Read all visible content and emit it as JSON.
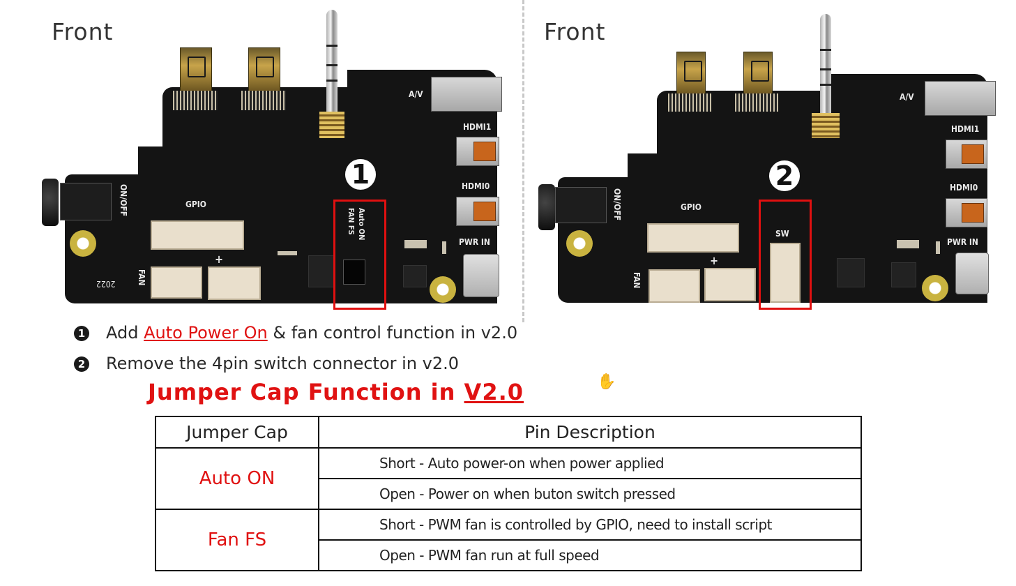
{
  "boards": [
    {
      "title": "Front",
      "marker": "1",
      "labels": {
        "av": "A/V",
        "hdmi1": "HDMI1",
        "hdmi0": "HDMI0",
        "pwr_in": "PWR IN",
        "on_off": "ON/OFF",
        "gpio": "GPIO",
        "fan": "FAN",
        "year": "2022",
        "plus": "+",
        "jumper_line1": "Auto ON",
        "jumper_line2": "FAN FS"
      }
    },
    {
      "title": "Front",
      "marker": "2",
      "labels": {
        "av": "A/V",
        "hdmi1": "HDMI1",
        "hdmi0": "HDMI0",
        "pwr_in": "PWR IN",
        "on_off": "ON/OFF",
        "gpio": "GPIO",
        "fan": "FAN",
        "plus": "+",
        "sw": "SW"
      }
    }
  ],
  "notes": [
    {
      "num": "1",
      "prefix": "Add ",
      "highlight": "Auto Power On",
      "suffix": " & fan control function in v2.0"
    },
    {
      "num": "2",
      "text": "Remove the 4pin switch connector in v2.0"
    }
  ],
  "heading": {
    "prefix": "Jumper Cap Function in ",
    "version": "V2.0"
  },
  "table": {
    "headers": [
      "Jumper Cap",
      "Pin Description"
    ],
    "rows": [
      {
        "cap": "Auto ON",
        "descriptions": [
          "Short - Auto power-on when power applied",
          "Open - Power on when buton switch pressed"
        ]
      },
      {
        "cap": "Fan FS",
        "descriptions": [
          "Short - PWM fan is controlled by GPIO, need to install script",
          "Open - PWM fan run at full speed"
        ]
      }
    ]
  },
  "cursor": {
    "icon": "hand-pointer-icon",
    "glyph": "✋"
  },
  "colors": {
    "accent_red": "#e01212",
    "pcb": "#141414",
    "hdmi_orange": "#c8651c"
  }
}
